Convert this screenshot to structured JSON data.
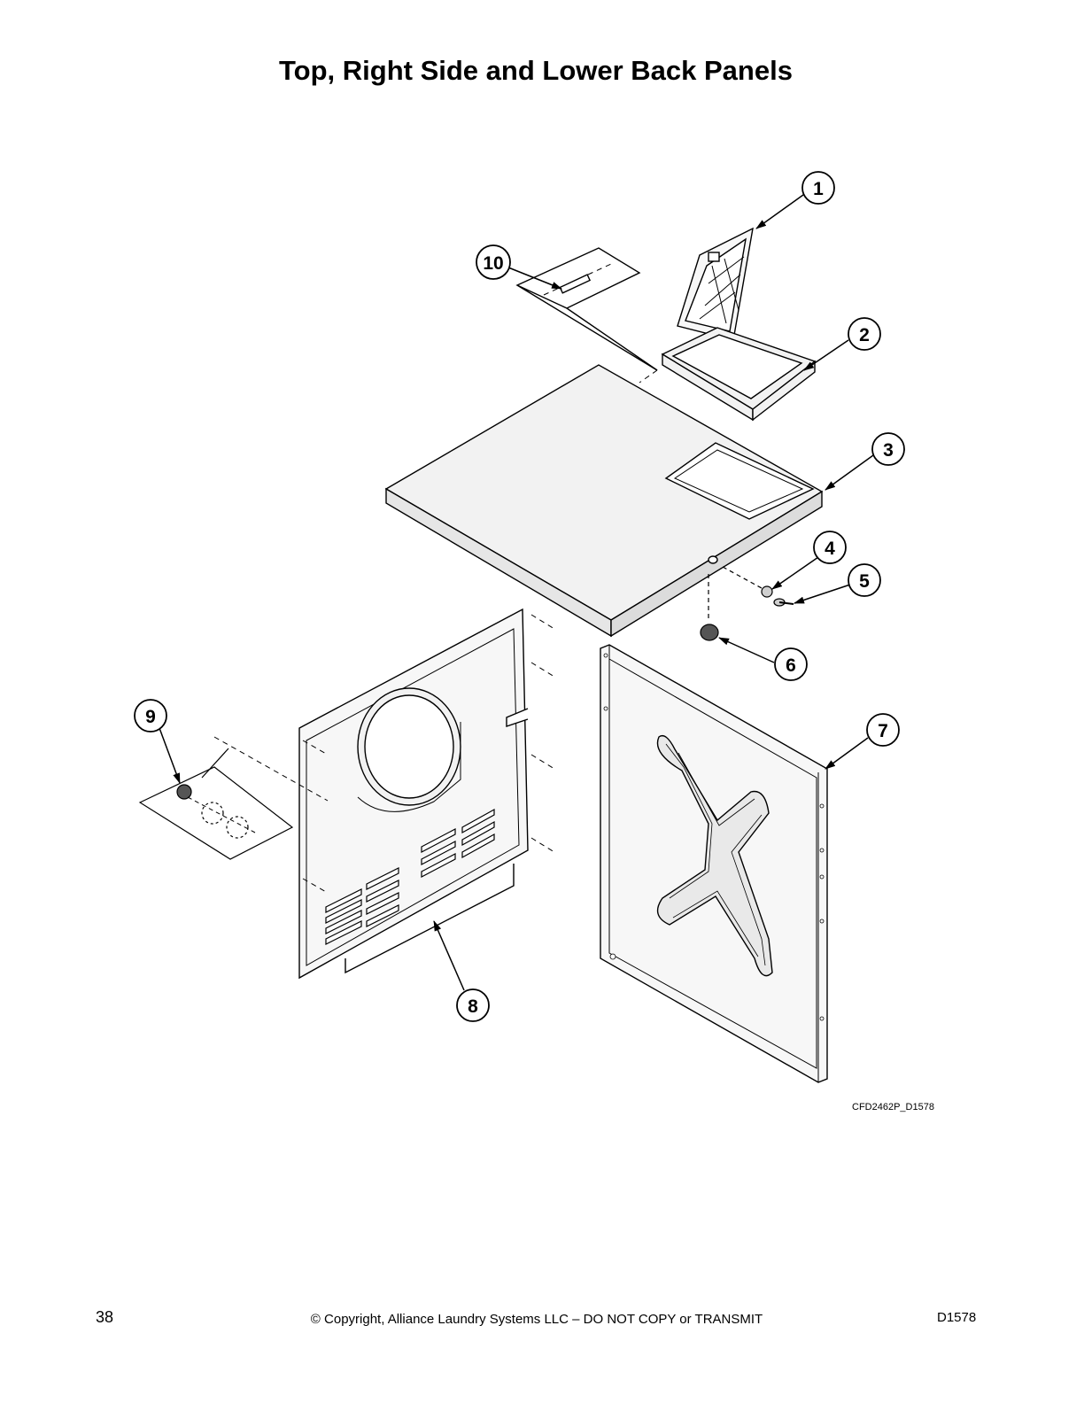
{
  "page_title": "Top, Right Side and Lower Back Panels",
  "callouts": [
    "1",
    "2",
    "3",
    "4",
    "5",
    "6",
    "7",
    "8",
    "9",
    "10"
  ],
  "drawing_id": "CFD2462P_D1578",
  "footer": {
    "page_number": "38",
    "copyright": "© Copyright, Alliance Laundry Systems LLC – DO NOT COPY or TRANSMIT",
    "document_id": "D1578"
  },
  "colors": {
    "ink": "#000000",
    "background": "#ffffff",
    "panel_fill": "#f2f2f2"
  }
}
